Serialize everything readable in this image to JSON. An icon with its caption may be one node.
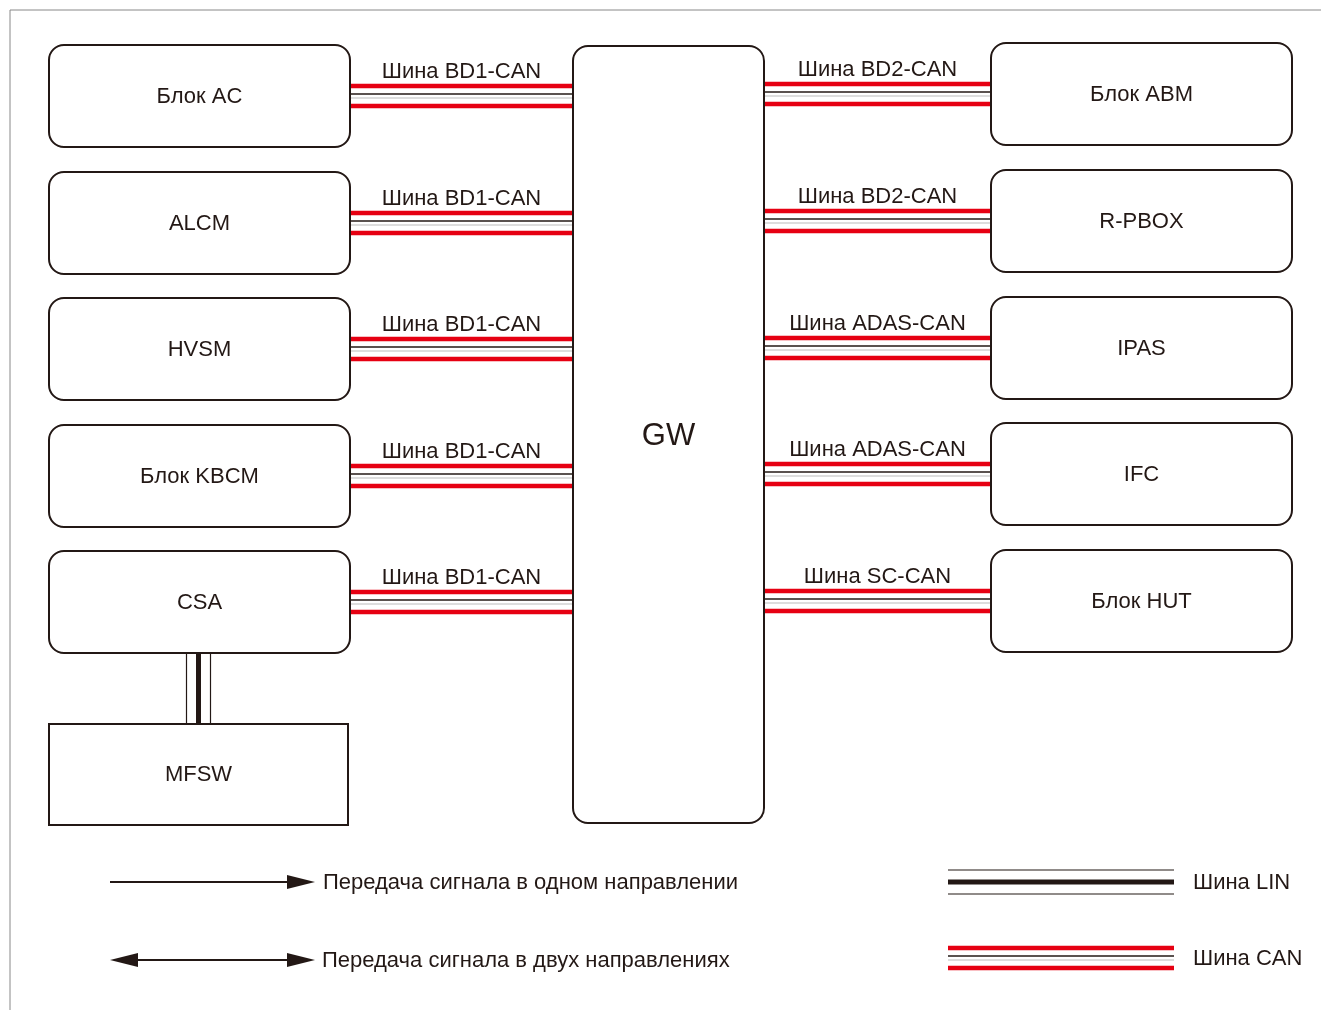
{
  "diagram": {
    "nodes": [
      {
        "text": [
          "Блок AC"
        ]
      },
      {
        "text": [
          "ALCM"
        ]
      },
      {
        "text": [
          "HVSM"
        ]
      },
      {
        "text": [
          "Блок KBCM"
        ]
      },
      {
        "text": [
          "CSA"
        ]
      },
      {
        "text": [
          "MFSW"
        ]
      },
      {
        "text": [
          "GW"
        ]
      },
      {
        "text": [
          "Блок ABM"
        ]
      },
      {
        "text": [
          "R-PBOX"
        ]
      },
      {
        "text": [
          "IPAS"
        ]
      },
      {
        "text": [
          "IFC"
        ]
      },
      {
        "text": [
          "Блок HUT"
        ]
      }
    ],
    "edges": [
      {
        "from": 0,
        "to": 6,
        "arrow": "none",
        "label": "Шина BD1-CAN"
      },
      {
        "from": 1,
        "to": 6,
        "arrow": "none",
        "label": "Шина BD1-CAN"
      },
      {
        "from": 2,
        "to": 6,
        "arrow": "none",
        "label": "Шина BD1-CAN"
      },
      {
        "from": 3,
        "to": 6,
        "arrow": "none",
        "label": "Шина BD1-CAN"
      },
      {
        "from": 4,
        "to": 6,
        "arrow": "none",
        "label": "Шина BD1-CAN"
      },
      {
        "from": 6,
        "to": 7,
        "arrow": "none",
        "label": "Шина BD2-CAN"
      },
      {
        "from": 6,
        "to": 8,
        "arrow": "none",
        "label": "Шина BD2-CAN"
      },
      {
        "from": 6,
        "to": 9,
        "arrow": "none",
        "label": "Шина ADAS-CAN"
      },
      {
        "from": 6,
        "to": 10,
        "arrow": "none",
        "label": "Шина ADAS-CAN"
      },
      {
        "from": 6,
        "to": 11,
        "arrow": "none",
        "label": "Шина SC-CAN"
      },
      {
        "from": 4,
        "to": 5,
        "arrow": "none",
        "color": "#231815"
      }
    ],
    "legend": [
      {
        "text": "Передача сигнала в одном направлении"
      },
      {
        "text": "Передача сигнала в двух направлениях"
      },
      {
        "text": "Шина LIN"
      },
      {
        "text": "Шина CAN"
      }
    ]
  }
}
